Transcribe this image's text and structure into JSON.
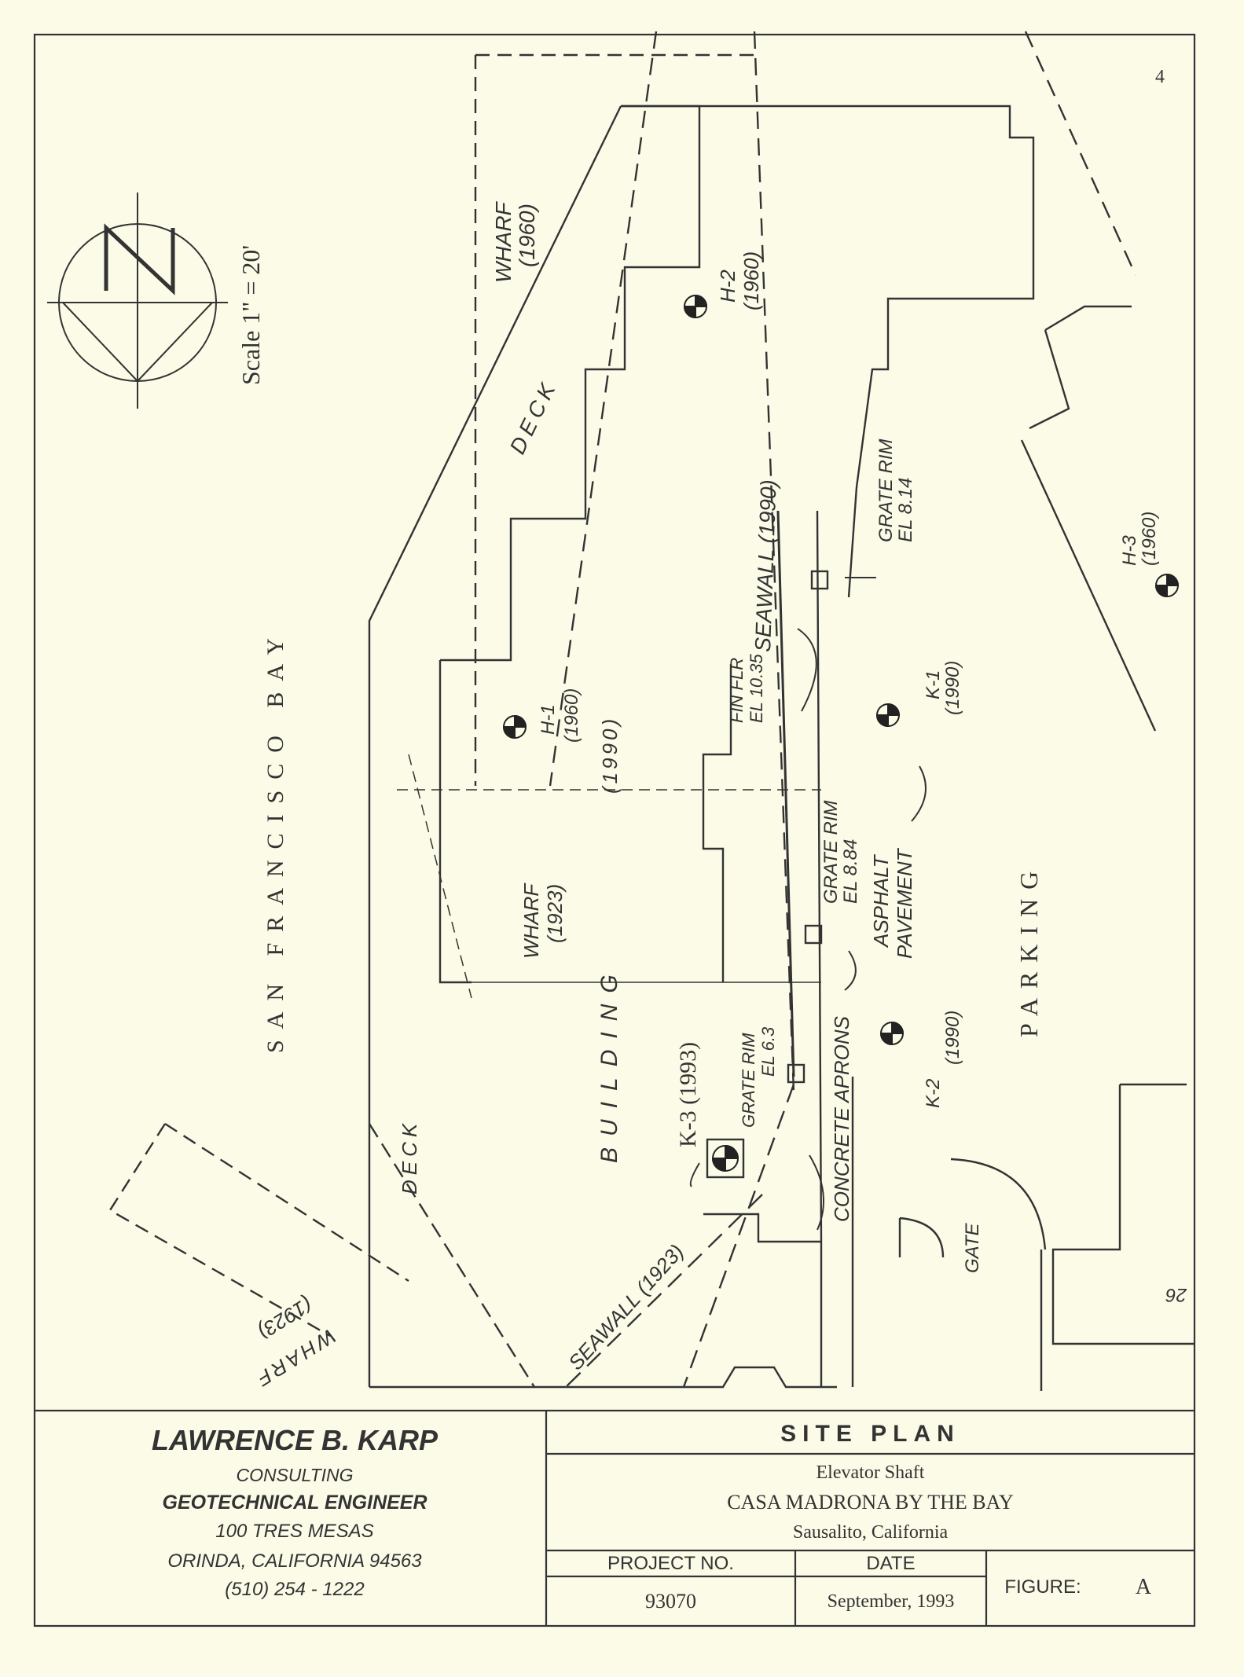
{
  "page_number": "4",
  "scale": "Scale 1\" = 20'",
  "north_arrow": {
    "icon": "north-arrow-icon",
    "letter": "N"
  },
  "plan": {
    "bay_label": "SAN FRANCISCO BAY",
    "parking_label": "PARKING",
    "labels": {
      "wharf_1960_top": "WHARF",
      "wharf_1960_top_year": "(1960)",
      "deck_upper": "DECK",
      "deck_lower": "DECK",
      "wharf_1923_mid": "WHARF",
      "wharf_1923_mid_year": "(1923)",
      "building": "BUILDING",
      "building_year": "(1990)",
      "wharf_1923_left": "WHARF",
      "wharf_1923_left_year": "(1923)",
      "seawall_1990": "SEAWALL (1990)",
      "seawall_1923": "SEAWALL (1923)",
      "h2": "H-2",
      "h2_year": "(1960)",
      "h1": "H-1",
      "h1_year": "(1960)",
      "h3": "H-3",
      "h3_year": "(1960)",
      "k1": "K-1",
      "k1_year": "(1990)",
      "k2": "K-2",
      "k2_year": "(1990)",
      "k3": "K-3 (1993)",
      "grate_rim_top": "GRATE RIM",
      "grate_rim_top_el": "EL 8.14",
      "grate_rim_mid": "GRATE RIM",
      "grate_rim_mid_el": "EL 8.84",
      "grate_rim_low": "GRATE RIM",
      "grate_rim_low_el": "EL 6.3",
      "fin_flr": "FIN FLR",
      "fin_flr_el": "EL 10.35",
      "asphalt": "ASPHALT",
      "pavement": "PAVEMENT",
      "concrete_aprons": "CONCRETE APRONS",
      "gate": "GATE",
      "corner_partial": "26"
    },
    "boring_icon": "boring-location-icon"
  },
  "title_block": {
    "firm_name": "LAWRENCE B. KARP",
    "firm_line1": "CONSULTING",
    "firm_line2": "GEOTECHNICAL ENGINEER",
    "address1": "100 TRES MESAS",
    "address2": "ORINDA, CALIFORNIA  94563",
    "phone": "(510)   254 - 1222",
    "drawing_title": "SITE PLAN",
    "subtitle1": "Elevator Shaft",
    "subtitle2": "CASA MADRONA BY THE BAY",
    "subtitle3": "Sausalito, California",
    "project_no_label": "PROJECT NO.",
    "project_no": "93070",
    "date_label": "DATE",
    "date": "September, 1993",
    "figure_label": "FIGURE:",
    "figure": "A"
  }
}
